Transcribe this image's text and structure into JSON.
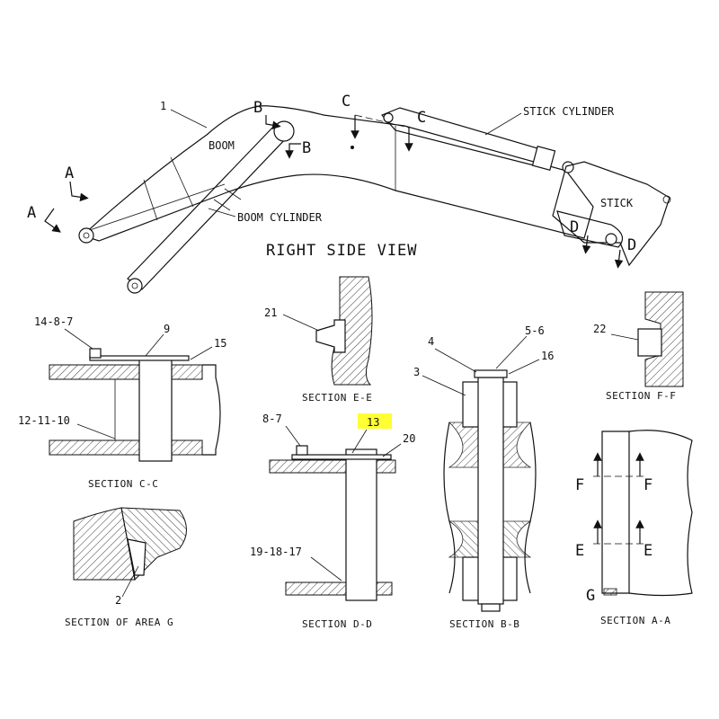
{
  "view_title": "RIGHT SIDE VIEW",
  "components": {
    "boom": "BOOM",
    "boom_cylinder": "BOOM CYLINDER",
    "stick_cylinder": "STICK CYLINDER",
    "stick": "STICK"
  },
  "section_markers": {
    "a": "A",
    "b": "B",
    "c": "C",
    "d": "D",
    "e": "E",
    "f": "F",
    "g": "G"
  },
  "part_numbers": {
    "p1": "1",
    "p2": "2",
    "p3": "3",
    "p4": "4",
    "p5_6": "5-6",
    "p8_7": "8-7",
    "p9": "9",
    "p12_11_10": "12-11-10",
    "p13": "13",
    "p14_8_7": "14-8-7",
    "p15": "15",
    "p16": "16",
    "p19_18_17": "19-18-17",
    "p20": "20",
    "p21": "21",
    "p22": "22"
  },
  "highlight_color": "#ffff33",
  "section_titles": {
    "cc": "SECTION C-C",
    "ee": "SECTION E-E",
    "ff": "SECTION F-F",
    "dd": "SECTION D-D",
    "bb": "SECTION B-B",
    "aa": "SECTION A-A",
    "area_g": "SECTION OF AREA G"
  }
}
